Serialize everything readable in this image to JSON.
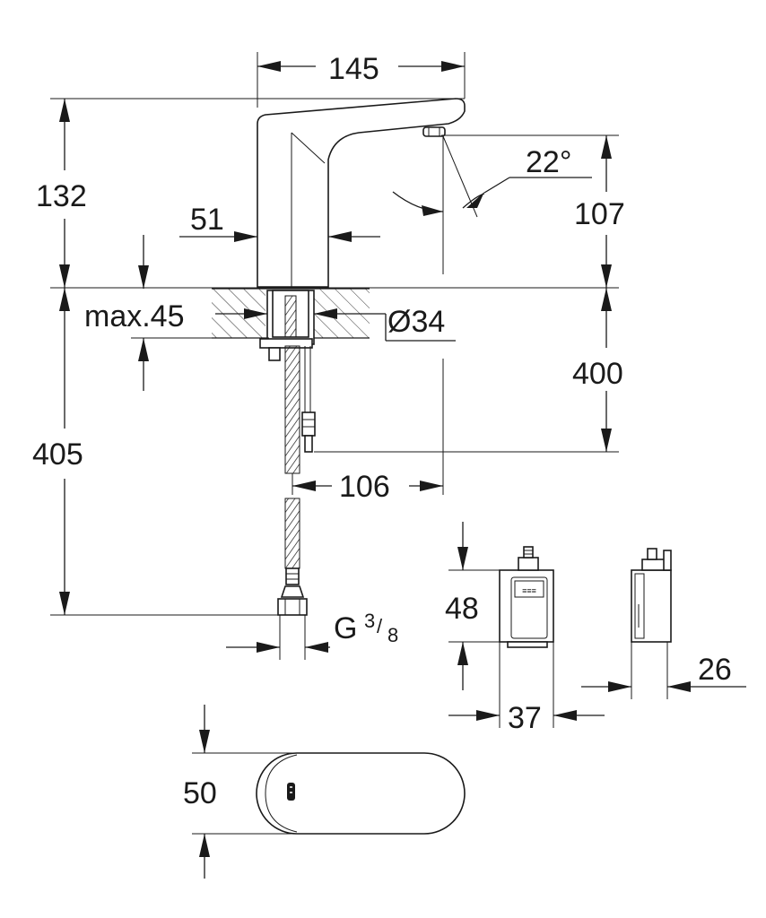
{
  "dimensions": {
    "spout_reach": "145",
    "height_above_deck": "132",
    "body_width": "51",
    "spray_angle": "22°",
    "outlet_height": "107",
    "max_deck_thickness": "max.45",
    "hole_diameter": "Ø34",
    "under_deck_depth": "400",
    "total_hose_length": "405",
    "hose_offset": "106",
    "connection_thread": "G",
    "thread_fraction_num": "3",
    "thread_fraction_den": "8",
    "box_height": "48",
    "box_width": "37",
    "box_depth": "26",
    "base_width": "50"
  }
}
